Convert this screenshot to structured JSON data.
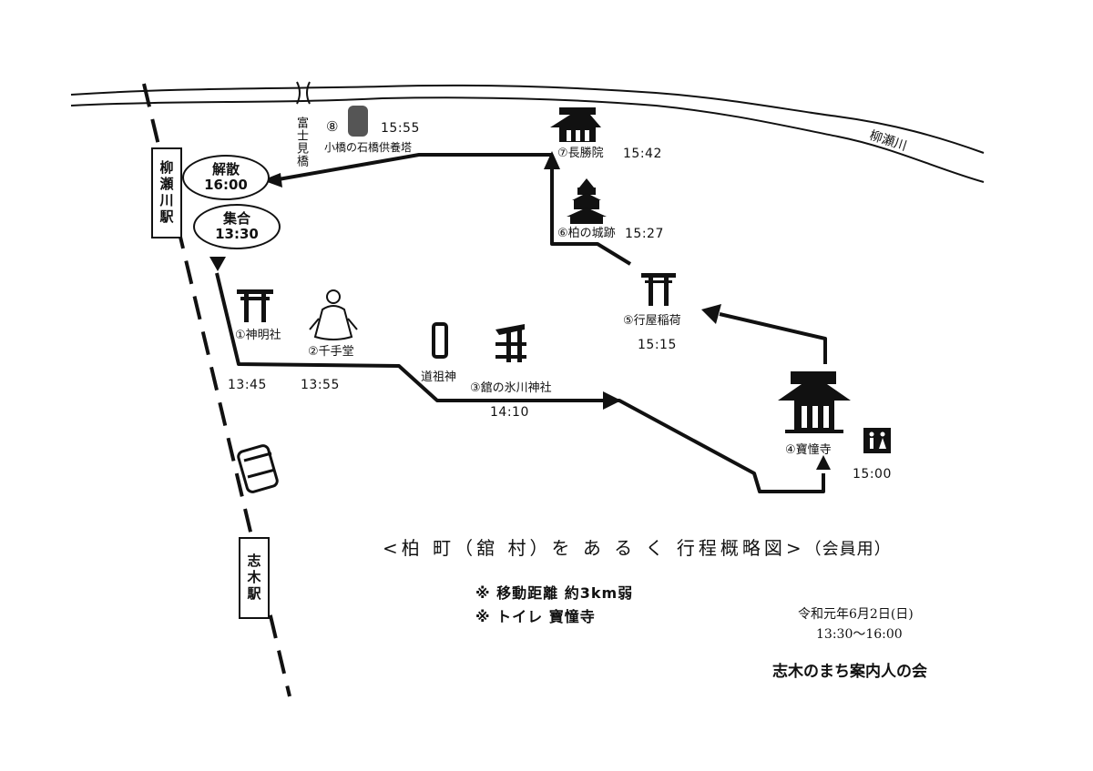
{
  "river": {
    "label": "柳瀬川"
  },
  "bridge": {
    "label": "富士見橋"
  },
  "stations": {
    "yanasegawa": "柳瀬川駅",
    "shiki": "志木駅"
  },
  "end": {
    "label": "解散",
    "time": "16:00"
  },
  "start": {
    "label": "集合",
    "time": "13:30"
  },
  "stops": [
    {
      "label": "①神明社",
      "time": "13:45"
    },
    {
      "label": "②千手堂",
      "time": "13:55"
    },
    {
      "label": "③舘の氷川神社",
      "time": "14:10"
    },
    {
      "label": "④寶憧寺",
      "time": "15:00"
    },
    {
      "label": "⑤行屋稲荷",
      "time": "15:15"
    },
    {
      "label": "⑥柏の城跡",
      "time": "15:27"
    },
    {
      "label": "⑦長勝院",
      "time": "15:42"
    },
    {
      "label": "小橋の石橋供養塔",
      "number": "⑧",
      "time": "15:55"
    }
  ],
  "dosojin": {
    "label": "道祖神"
  },
  "title": {
    "main": "<柏 町（舘 村）を あ る く 行程概略図>",
    "sub": "（会員用）"
  },
  "notes": [
    "※ 移動距離 約3km弱",
    "※ トイレ 寶憧寺"
  ],
  "event": {
    "date": "令和元年6月2日(日)",
    "hours": "13:30～16:00",
    "organizer": "志木のまち案内人の会"
  },
  "icons": {
    "toilet": "restroom-icon",
    "bus": "train-car-icon"
  }
}
